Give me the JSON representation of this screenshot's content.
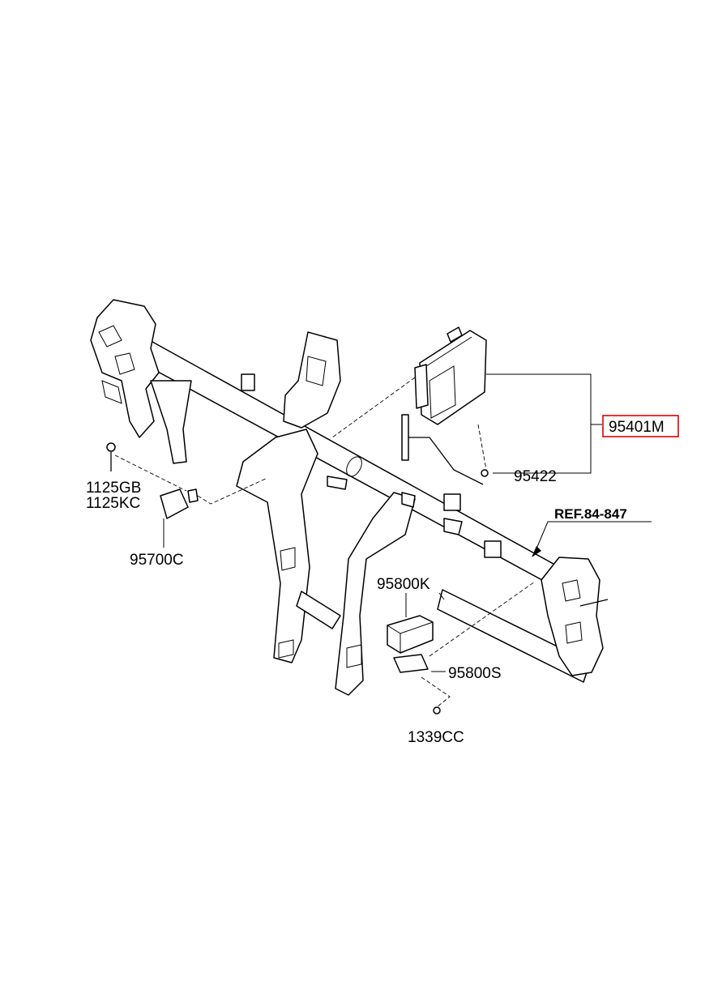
{
  "parts": {
    "p95401M": "95401M",
    "p95422": "95422",
    "p1125GB": "1125GB",
    "p1125KC": "1125KC",
    "p95700C": "95700C",
    "p95800K": "95800K",
    "p95800S": "95800S",
    "p1339CC": "1339CC"
  },
  "reference": "REF.84-847",
  "highlight_color": "#e00000"
}
